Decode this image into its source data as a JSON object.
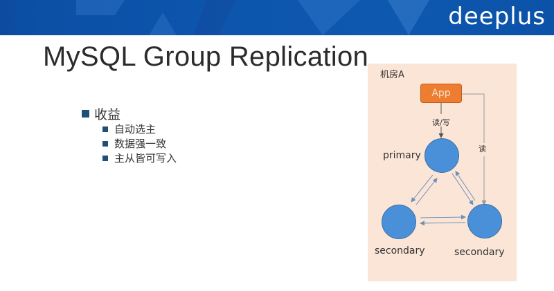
{
  "header": {
    "logo": "deeplus",
    "background_color": "#0d55ad"
  },
  "slide": {
    "title": "MySQL Group Replication",
    "bullets": {
      "main": "收益",
      "sub": [
        "自动选主",
        "数据强一致",
        "主从皆可写入"
      ]
    }
  },
  "diagram": {
    "room_label": "机房A",
    "room_color": "#fbe5d6",
    "app_label": "App",
    "app_color": "#ed7d31",
    "node_color": "#4a90d9",
    "edge_read_write": "读/写",
    "edge_read": "读",
    "nodes": {
      "primary": "primary",
      "secondary_left": "secondary",
      "secondary_right": "secondary"
    }
  }
}
